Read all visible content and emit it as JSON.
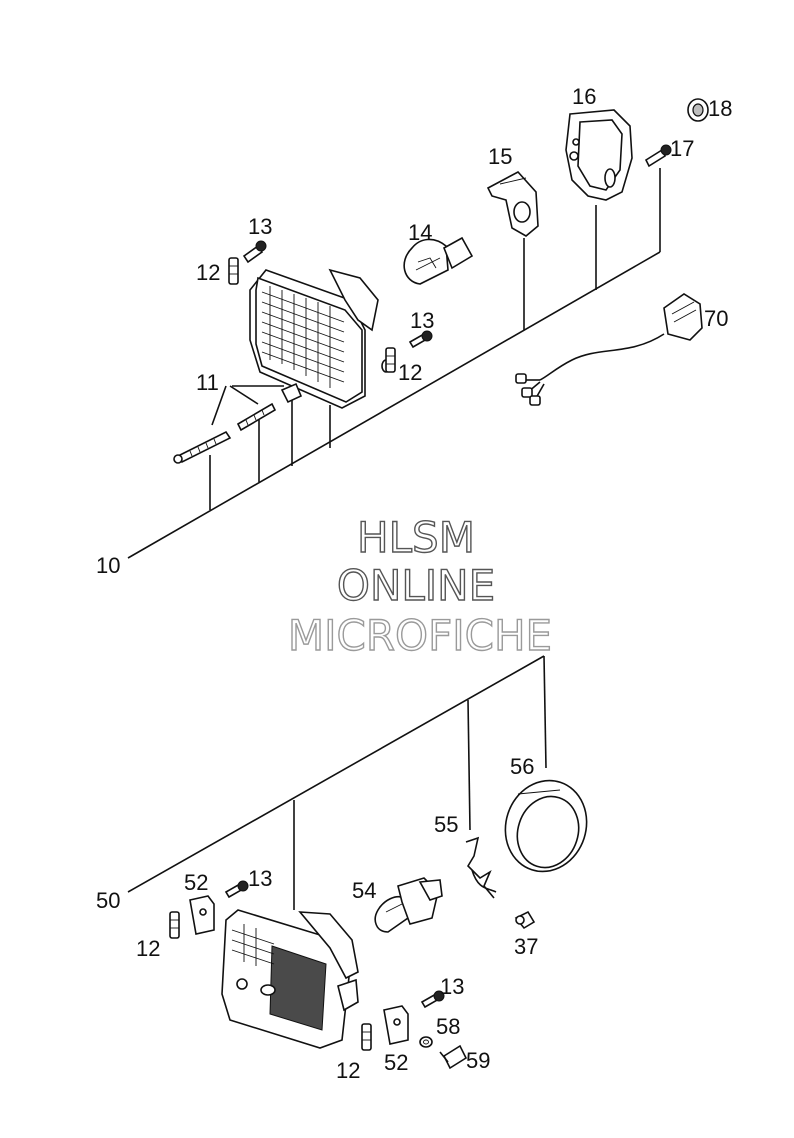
{
  "watermark": {
    "line1": "HLSM",
    "line2": "ONLINE",
    "line3": "MICROFICHE"
  },
  "callouts": {
    "upper": {
      "assembly": "10",
      "bolt_set": "11",
      "nut_a": "12",
      "screw_a": "13",
      "bulb": "14",
      "bracket": "15",
      "housing": "16",
      "screw_b": "17",
      "grommet": "18",
      "screw_c": "13",
      "nut_b": "12",
      "wiring_harness": "70"
    },
    "lower": {
      "assembly": "50",
      "clip_a": "52",
      "screw_a": "13",
      "nut_a": "12",
      "bulb": "54",
      "spring": "55",
      "ring": "56",
      "small_bulb": "37",
      "screw_b": "13",
      "washer": "58",
      "bolt": "59",
      "clip_b": "52",
      "nut_b": "12"
    }
  },
  "icons": [
    "headlight-upper-icon",
    "headlight-lower-icon",
    "bulb-icon",
    "bracket-icon",
    "housing-icon",
    "screw-icon",
    "nut-icon",
    "grommet-icon",
    "wiring-harness-icon",
    "ring-icon",
    "spring-icon",
    "clip-icon",
    "washer-icon",
    "bolt-icon"
  ]
}
